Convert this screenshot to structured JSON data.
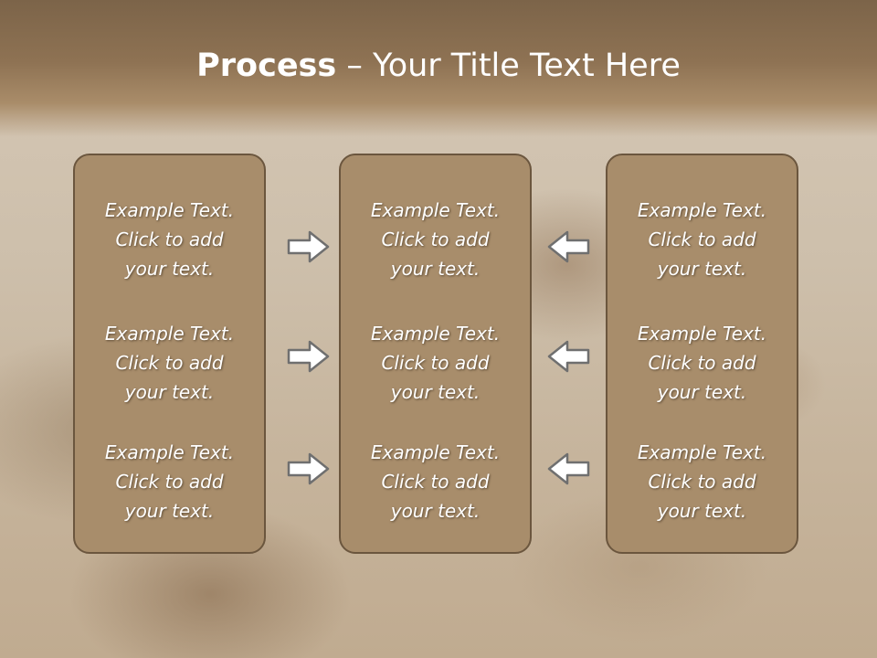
{
  "slide": {
    "title_bold": "Process",
    "title_rest": " – Your Title Text Here"
  },
  "panels": [
    {
      "cells": [
        {
          "line1": "Example Text.",
          "line2": "Click  to add",
          "line3": "your text."
        },
        {
          "line1": "Example Text.",
          "line2": "Click  to add",
          "line3": "your text."
        },
        {
          "line1": "Example Text.",
          "line2": "Click  to add",
          "line3": "your text."
        }
      ]
    },
    {
      "cells": [
        {
          "line1": "Example Text.",
          "line2": "Click  to add",
          "line3": "your text."
        },
        {
          "line1": "Example Text.",
          "line2": "Click  to add",
          "line3": "your text."
        },
        {
          "line1": "Example Text.",
          "line2": "Click  to add",
          "line3": "your text."
        }
      ]
    },
    {
      "cells": [
        {
          "line1": "Example Text.",
          "line2": "Click  to add",
          "line3": "your text."
        },
        {
          "line1": "Example Text.",
          "line2": "Click  to add",
          "line3": "your text."
        },
        {
          "line1": "Example Text.",
          "line2": "Click  to add",
          "line3": "your text."
        }
      ]
    }
  ],
  "arrows": {
    "left_group": "arrow-right-icon",
    "right_group": "arrow-left-icon"
  },
  "colors": {
    "panel_fill": "#a88d6b",
    "panel_border": "#6b563e",
    "header_dark": "#7c6449"
  }
}
